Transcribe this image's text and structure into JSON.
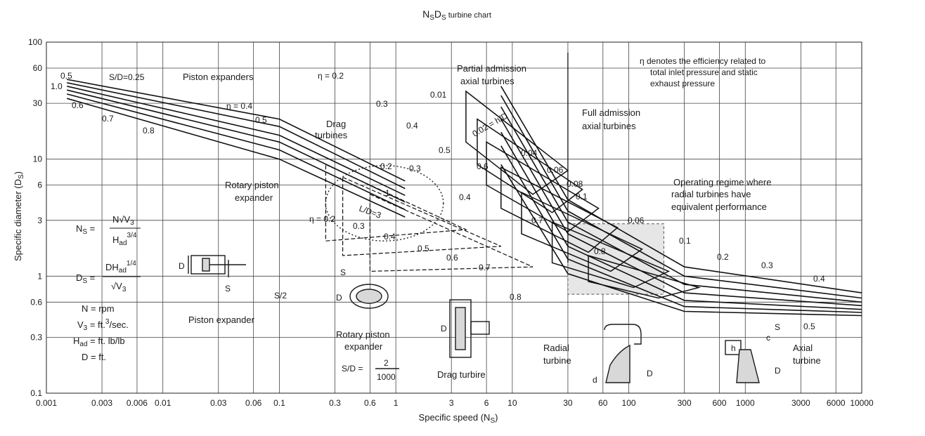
{
  "chart_data": {
    "type": "line",
    "title": {
      "main": "N",
      "s1": "S",
      "mid": "D",
      "s2": "S",
      "suffix": " turbine chart"
    },
    "xlabel": {
      "text": "Specific speed (N",
      "sub": "S",
      "end": ")"
    },
    "ylabel": {
      "text": "Specific diameter (D",
      "sub": "S",
      "end": ")"
    },
    "xscale": "log",
    "yscale": "log",
    "xlim": [
      0.001,
      10000
    ],
    "ylim": [
      0.1,
      100
    ],
    "grid": true,
    "x_ticks": [
      {
        "v": 0.001,
        "t": "0.001"
      },
      {
        "v": 0.003,
        "t": "0.003"
      },
      {
        "v": 0.006,
        "t": "0.006"
      },
      {
        "v": 0.01,
        "t": "0.01"
      },
      {
        "v": 0.03,
        "t": "0.03"
      },
      {
        "v": 0.06,
        "t": "0.06"
      },
      {
        "v": 0.1,
        "t": "0.1"
      },
      {
        "v": 0.3,
        "t": "0.3"
      },
      {
        "v": 0.6,
        "t": "0.6"
      },
      {
        "v": 1,
        "t": "1"
      },
      {
        "v": 3,
        "t": "3"
      },
      {
        "v": 6,
        "t": "6"
      },
      {
        "v": 10,
        "t": "10"
      },
      {
        "v": 30,
        "t": "30"
      },
      {
        "v": 60,
        "t": "60"
      },
      {
        "v": 100,
        "t": "100"
      },
      {
        "v": 300,
        "t": "300"
      },
      {
        "v": 600,
        "t": "600"
      },
      {
        "v": 1000,
        "t": "1000"
      },
      {
        "v": 3000,
        "t": "3000"
      },
      {
        "v": 6000,
        "t": "6000"
      },
      {
        "v": 10000,
        "t": "10000"
      }
    ],
    "y_ticks": [
      {
        "v": 0.1,
        "t": "0.1"
      },
      {
        "v": 0.3,
        "t": "0.3"
      },
      {
        "v": 0.6,
        "t": "0.6"
      },
      {
        "v": 1,
        "t": "1"
      },
      {
        "v": 3,
        "t": "3"
      },
      {
        "v": 6,
        "t": "6"
      },
      {
        "v": 10,
        "t": "10"
      },
      {
        "v": 30,
        "t": "30"
      },
      {
        "v": 60,
        "t": "60"
      },
      {
        "v": 100,
        "t": "100"
      }
    ],
    "series": [
      {
        "group": "piston",
        "x": [
          0.0015,
          0.1,
          1.2
        ],
        "y": [
          48,
          22,
          6.5
        ]
      },
      {
        "group": "piston",
        "x": [
          0.0015,
          0.1,
          1.2
        ],
        "y": [
          45,
          19,
          5.6
        ]
      },
      {
        "group": "piston",
        "x": [
          0.0015,
          0.1,
          1.2
        ],
        "y": [
          42,
          16,
          4.9
        ]
      },
      {
        "group": "piston",
        "x": [
          0.0015,
          0.1,
          1.2
        ],
        "y": [
          39,
          14,
          4.3
        ]
      },
      {
        "group": "piston",
        "x": [
          0.0015,
          0.1,
          1.2
        ],
        "y": [
          36,
          12,
          3.7
        ]
      },
      {
        "group": "piston",
        "x": [
          0.0015,
          0.1,
          1.2
        ],
        "y": [
          33,
          10,
          3.2
        ]
      },
      {
        "group": "axial",
        "x": [
          8,
          30,
          300,
          10000
        ],
        "y": [
          42,
          4.5,
          1.2,
          0.72
        ]
      },
      {
        "group": "axial",
        "x": [
          8,
          30,
          300,
          10000
        ],
        "y": [
          35,
          3.6,
          1.0,
          0.65
        ]
      },
      {
        "group": "axial",
        "x": [
          8,
          30,
          300,
          10000
        ],
        "y": [
          28,
          2.9,
          0.85,
          0.6
        ]
      },
      {
        "group": "axial",
        "x": [
          8,
          30,
          300,
          10000
        ],
        "y": [
          22,
          2.3,
          0.72,
          0.56
        ]
      },
      {
        "group": "axial",
        "x": [
          8,
          30,
          300,
          10000
        ],
        "y": [
          17,
          1.8,
          0.62,
          0.52
        ]
      },
      {
        "group": "axial",
        "x": [
          8,
          30,
          300,
          10000
        ],
        "y": [
          13,
          1.4,
          0.55,
          0.49
        ]
      },
      {
        "group": "axial",
        "x": [
          8,
          30,
          300,
          10000
        ],
        "y": [
          9,
          1.05,
          0.5,
          0.46
        ]
      }
    ],
    "axial_contours": [
      {
        "x": [
          4,
          30,
          15,
          4
        ],
        "y": [
          38,
          8,
          5,
          14
        ]
      },
      {
        "x": [
          5,
          40,
          22,
          5
        ],
        "y": [
          22,
          5.5,
          3.5,
          9
        ]
      },
      {
        "x": [
          6,
          55,
          30,
          6
        ],
        "y": [
          14,
          3.8,
          2.4,
          6
        ]
      },
      {
        "x": [
          8,
          80,
          45,
          8
        ],
        "y": [
          8.5,
          2.6,
          1.6,
          3.8
        ]
      },
      {
        "x": [
          12,
          130,
          70,
          12
        ],
        "y": [
          5.2,
          1.7,
          1.1,
          2.3
        ]
      },
      {
        "x": [
          22,
          220,
          110,
          22
        ],
        "y": [
          2.9,
          1.1,
          0.8,
          1.3
        ]
      },
      {
        "x": [
          45,
          400,
          180,
          45
        ],
        "y": [
          1.5,
          0.8,
          0.65,
          0.9
        ]
      }
    ],
    "drag_contours": [
      {
        "x": [
          0.25,
          4,
          0.25
        ],
        "y": [
          9,
          2.5,
          2
        ]
      },
      {
        "x": [
          0.35,
          8,
          0.35
        ],
        "y": [
          7,
          1.8,
          1.5
        ]
      },
      {
        "x": [
          0.6,
          15,
          0.6
        ],
        "y": [
          5,
          1.2,
          1.1
        ]
      }
    ],
    "rotary_region": {
      "cx": 0.8,
      "cy": 4.2,
      "rx": 3.2,
      "ry": 2.1
    },
    "radial_region": {
      "x": [
        30,
        200
      ],
      "y": [
        0.7,
        2.8
      ]
    },
    "vertical_dividers": [
      30
    ],
    "annotations": {
      "top_left": [
        "0.5",
        "1.0",
        "0.6",
        "0.7",
        "0.8"
      ],
      "sd_025": "S/D=0.25",
      "piston_expanders": "Piston expanders",
      "eta_04": "η = 0.4",
      "p05": "0.5",
      "eta_02_top": "η = 0.2",
      "partial_admission": [
        "Partial admission",
        "axial turbines"
      ],
      "full_admission": [
        "Full admission",
        "axial turbines"
      ],
      "eta_note": [
        "η denotes the efficiency related to",
        "total inlet pressure and static",
        "exhaust pressure"
      ],
      "drag_turbines": [
        "Drag",
        "turbines"
      ],
      "rotary_piston": [
        "Rotary piston",
        "expander"
      ],
      "eta_02_left": "η = 0.2",
      "ld3": "L/D=3",
      "operating_regime": [
        "Operating regime where",
        "radial turbines have",
        "equivalent performance"
      ],
      "hd_labels": [
        "0.01",
        "0.02 = h/D",
        "0.04",
        "0.06",
        "0.08",
        "0.1"
      ],
      "axial_eff": [
        "0.3",
        "0.4",
        "0.5",
        "0.6",
        "0.7",
        "0.8"
      ],
      "right_hd": [
        "0.06",
        "0.1",
        "0.2",
        "0.3",
        "0.4",
        "0.5"
      ],
      "drag_eff": [
        "0.2",
        "0.3",
        "0.4",
        "0.5",
        "0.6",
        "0.7",
        "0.8"
      ],
      "rot_eff": [
        "0.3",
        "0.4",
        "1"
      ]
    },
    "formulas": {
      "ns_lhs": "N",
      "ns_lhs_sub": "S",
      "ns_num": "N√V",
      "ns_num_sub": "3",
      "ns_den": "H",
      "ns_den_sub": "ad",
      "ns_den_sup": "3/4",
      "ds_lhs": "D",
      "ds_lhs_sub": "S",
      "ds_num": "DH",
      "ds_num_sub": "ad",
      "ds_num_sup": "1/4",
      "ds_den": "√V",
      "ds_den_sub": "3",
      "n_rpm": "N = rpm",
      "v3": "V",
      "v3_sub": "3",
      "v3_rest": " = ft.",
      "v3_sup": "3",
      "v3_end": "/sec.",
      "had": "H",
      "had_sub": "ad",
      "had_rest": " = ft. lb/lb",
      "d_ft": "D = ft."
    },
    "diagram_labels": {
      "piston_expander": "Piston expander",
      "rotary_piston_expander": [
        "Rotary piston",
        "expander"
      ],
      "sd_ratio": {
        "lhs": "S/D =",
        "num": "2",
        "den": "1000"
      },
      "drag_turbine": "Drag turbire",
      "radial_turbine": [
        "Radial",
        "turbine"
      ],
      "axial_turbine": [
        "Axial",
        "turbine"
      ],
      "letters": {
        "D": "D",
        "S": "S",
        "S2": "S/2",
        "d": "d",
        "h": "h",
        "c": "c"
      }
    }
  }
}
